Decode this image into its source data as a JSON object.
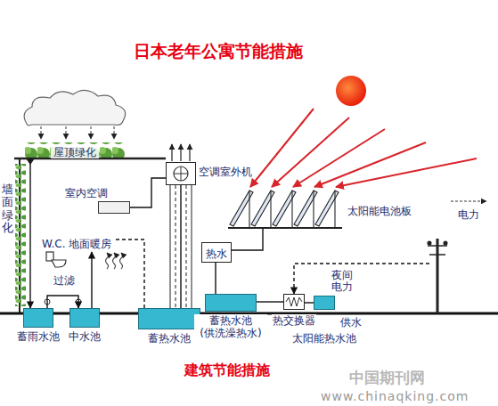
{
  "diagram": {
    "title": "日本老年公寓节能措施",
    "caption": "建筑节能措施",
    "nodes": [
      {
        "text": [
          "屋顶绿化"
        ]
      },
      {
        "text": [
          "墙面绿化"
        ]
      },
      {
        "text": [
          "空调室外机"
        ]
      },
      {
        "text": [
          "室内空调"
        ]
      },
      {
        "text": [
          "W.C. 地面暖房"
        ]
      },
      {
        "text": [
          "热水"
        ]
      },
      {
        "text": [
          "太阳能电池板"
        ]
      },
      {
        "text": [
          "蓄雨水池"
        ]
      },
      {
        "text": [
          "中水池"
        ]
      },
      {
        "text": [
          "蓄热水池"
        ]
      },
      {
        "text": [
          "蓄热水池 (供洗澡热水)"
        ]
      },
      {
        "text": [
          "热交换器"
        ]
      },
      {
        "text": [
          "太阳能热水池"
        ]
      },
      {
        "text": [
          "电力"
        ]
      }
    ],
    "edges": [
      {
        "from": 0,
        "to": 7,
        "arrow": "to"
      },
      {
        "from": 7,
        "to": 8,
        "arrow": "to"
      },
      {
        "from": 8,
        "to": 4,
        "arrow": "to"
      },
      {
        "from": 3,
        "to": 2,
        "arrow": "none"
      },
      {
        "from": 2,
        "to": 9,
        "arrow": "none"
      },
      {
        "from": 9,
        "to": 4,
        "arrow": "none"
      },
      {
        "from": 6,
        "to": 5,
        "arrow": "none"
      },
      {
        "from": 5,
        "to": 10,
        "arrow": "none"
      },
      {
        "from": 11,
        "to": 10,
        "arrow": "none"
      },
      {
        "from": 12,
        "to": 11,
        "arrow": "none"
      },
      {
        "from": 13,
        "to": 11,
        "arrow": "to"
      }
    ],
    "labels": [
      "过滤",
      "夜间电力",
      "供水",
      "中国期刊网",
      "www.chinaqking.com"
    ]
  }
}
